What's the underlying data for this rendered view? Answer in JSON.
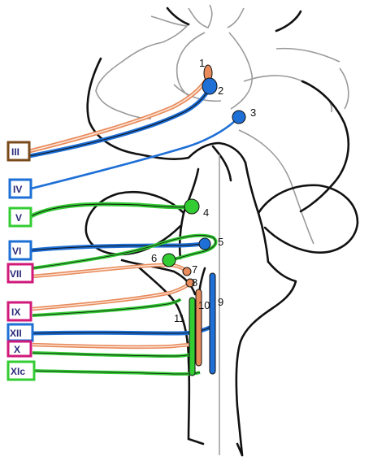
{
  "colors": {
    "brown": "#7a4a1a",
    "blue": "#1e6fd6",
    "green": "#33cc33",
    "magenta": "#d0197a",
    "orange": "#e88a5a",
    "outline": "#111111",
    "faint": "#9a9a9a"
  },
  "nerve_labels": [
    {
      "id": "III",
      "text": "III",
      "color": "brown"
    },
    {
      "id": "IV",
      "text": "IV",
      "color": "blue"
    },
    {
      "id": "V",
      "text": "V",
      "color": "green"
    },
    {
      "id": "VI",
      "text": "VI",
      "color": "blue"
    },
    {
      "id": "VII",
      "text": "VII",
      "color": "magenta"
    },
    {
      "id": "IX",
      "text": "IX",
      "color": "magenta"
    },
    {
      "id": "XII",
      "text": "XII",
      "color": "blue"
    },
    {
      "id": "X",
      "text": "X",
      "color": "magenta"
    },
    {
      "id": "XIc",
      "text": "XIc",
      "color": "green"
    }
  ],
  "nucleus_numbers": [
    "1",
    "2",
    "3",
    "4",
    "5",
    "6",
    "7",
    "8",
    "9",
    "10",
    "11"
  ]
}
